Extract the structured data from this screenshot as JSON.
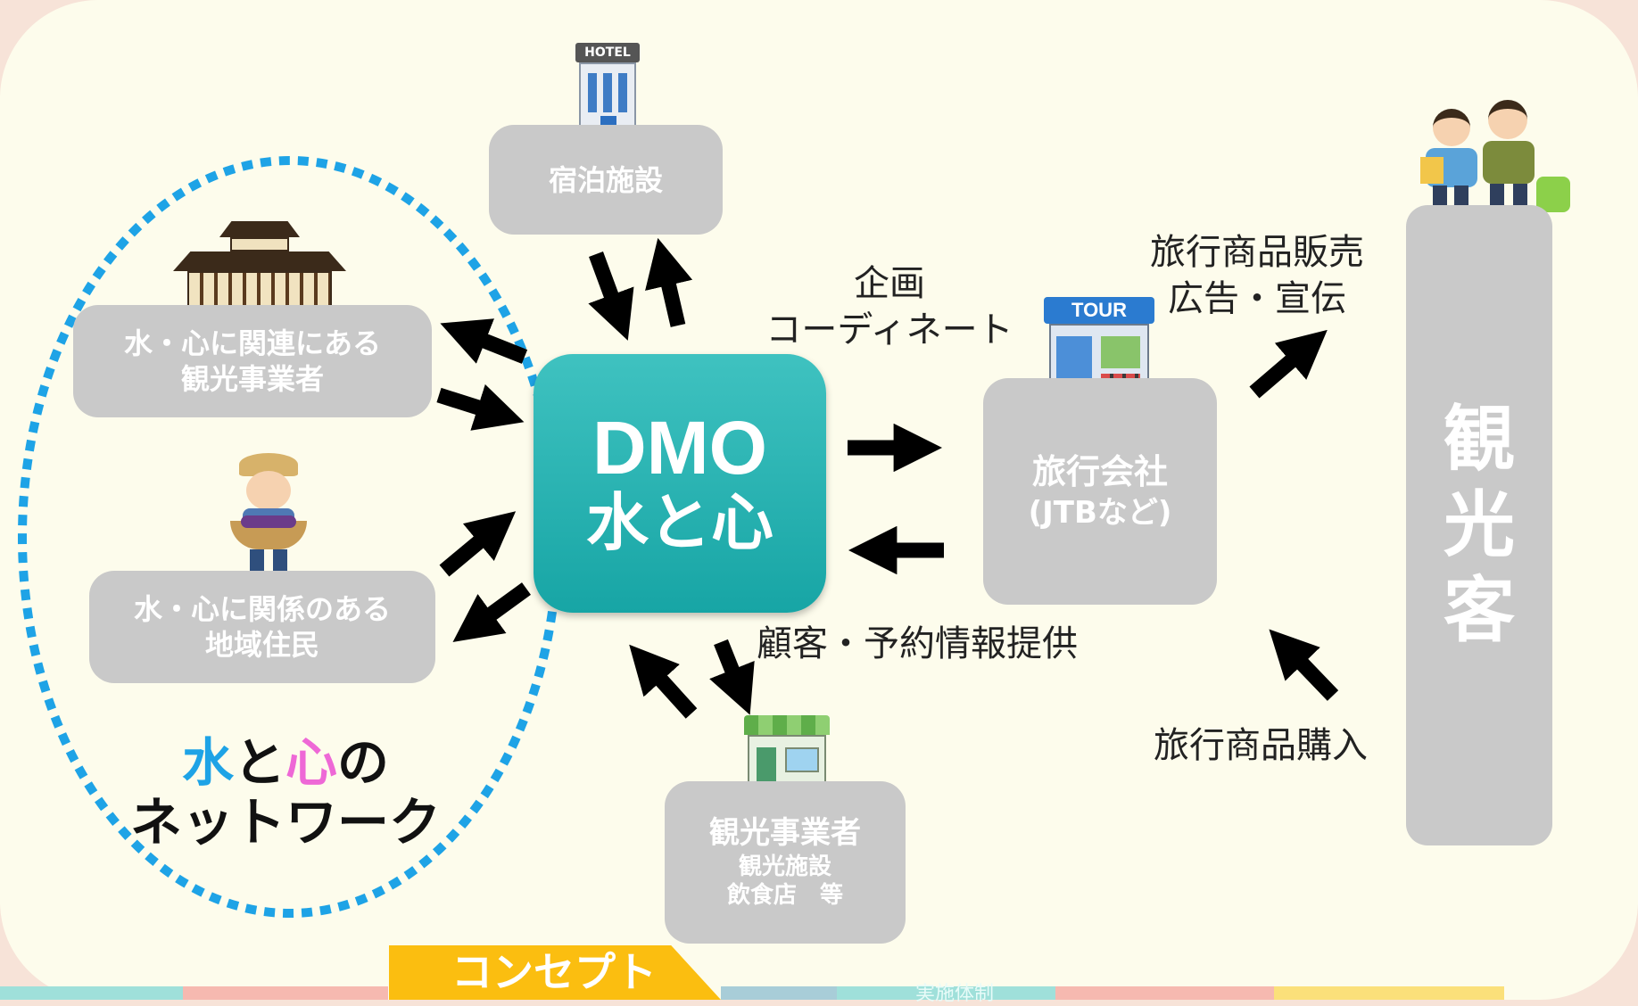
{
  "dmo": {
    "line1": "DMO",
    "line2": "水と心"
  },
  "nodes": {
    "lodging": "宿泊施設",
    "operators_line1": "水・心に関連にある",
    "operators_line2": "観光事業者",
    "residents_line1": "水・心に関係のある",
    "residents_line2": "地域住民",
    "agency_line1": "旅行会社",
    "agency_line2": "(JTBなど)",
    "tourism_biz_line1": "観光事業者",
    "tourism_biz_line2": "観光施設",
    "tourism_biz_line3": "飲食店　等",
    "tourists": [
      "観",
      "光",
      "客"
    ]
  },
  "labels": {
    "plan_line1": "企画",
    "plan_line2": "コーディネート",
    "sales_line1": "旅行商品販売",
    "sales_line2": "広告・宣伝",
    "customer_info": "顧客・予約情報提供",
    "purchase": "旅行商品購入"
  },
  "network": {
    "part1": "水",
    "part2": "と",
    "part3": "心",
    "part4": "の",
    "line2": "ネットワーク"
  },
  "icons": {
    "hotel_sign": "HOTEL",
    "tour_sign": "TOUR"
  },
  "tabs": {
    "active_label": "コンセプト",
    "faded_label": "実施体制"
  },
  "colors": {
    "dmo": "#17a5a5",
    "network_border": "#1ea3e6",
    "water": "#1ea3e6",
    "heart": "#ee68d6",
    "box": "#c9c9c9",
    "active_tab": "#fbbe10"
  }
}
